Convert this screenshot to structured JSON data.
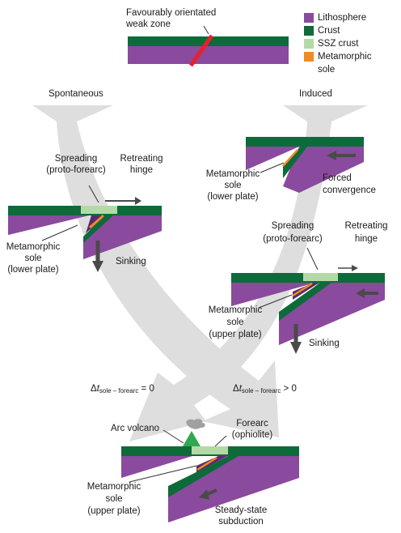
{
  "legend": {
    "items": [
      {
        "label": "Lithosphere",
        "color": "#8a4a9e"
      },
      {
        "label": "Crust",
        "color": "#0d6b3a"
      },
      {
        "label": "SSZ crust",
        "color": "#b5d9a6"
      },
      {
        "label": "Metamorphic",
        "label2": "sole",
        "color": "#f08a24"
      }
    ]
  },
  "labels": {
    "weak_zone": [
      "Favourably orientated",
      "weak zone"
    ],
    "spontaneous": "Spontaneous",
    "induced": "Induced",
    "spont_spreading": [
      "Spreading",
      "(proto-forearc)"
    ],
    "spont_retreating": [
      "Retreating",
      "hinge"
    ],
    "spont_sole": [
      "Metamorphic",
      "sole",
      "(lower plate)"
    ],
    "spont_sinking": "Sinking",
    "ind_sole": [
      "Metamorphic",
      "sole",
      "(lower plate)"
    ],
    "ind_forced": [
      "Forced",
      "convergence"
    ],
    "ind_spreading": [
      "Spreading",
      "(proto-forearc)"
    ],
    "ind_retreating": [
      "Retreating",
      "hinge"
    ],
    "ind_sole2": [
      "Metamorphic",
      "sole",
      "(upper plate)"
    ],
    "ind_sinking": "Sinking",
    "delta_left": {
      "prefix": "Δ",
      "t": "t",
      "sub": "sole – forearc",
      "rel": " = 0"
    },
    "delta_right": {
      "prefix": "Δ",
      "t": "t",
      "sub": "sole – forearc",
      "rel": " > 0"
    },
    "arc_volcano": "Arc volcano",
    "forearc": [
      "Forearc",
      "(ophiolite)"
    ],
    "bottom_sole": [
      "Metamorphic",
      "sole",
      "(upper plate)"
    ],
    "steady_state": [
      "Steady-state",
      "subduction"
    ]
  },
  "colors": {
    "lithosphere": "#8a4a9e",
    "crust": "#0d6b3a",
    "ssz": "#b5d9a6",
    "sole": "#f08a24",
    "weak": "#e8202a",
    "flow": "#dcdcdc",
    "arrow": "#4a4a4a",
    "volcano": "#2fa84f",
    "plume": "#a0a0a0"
  }
}
